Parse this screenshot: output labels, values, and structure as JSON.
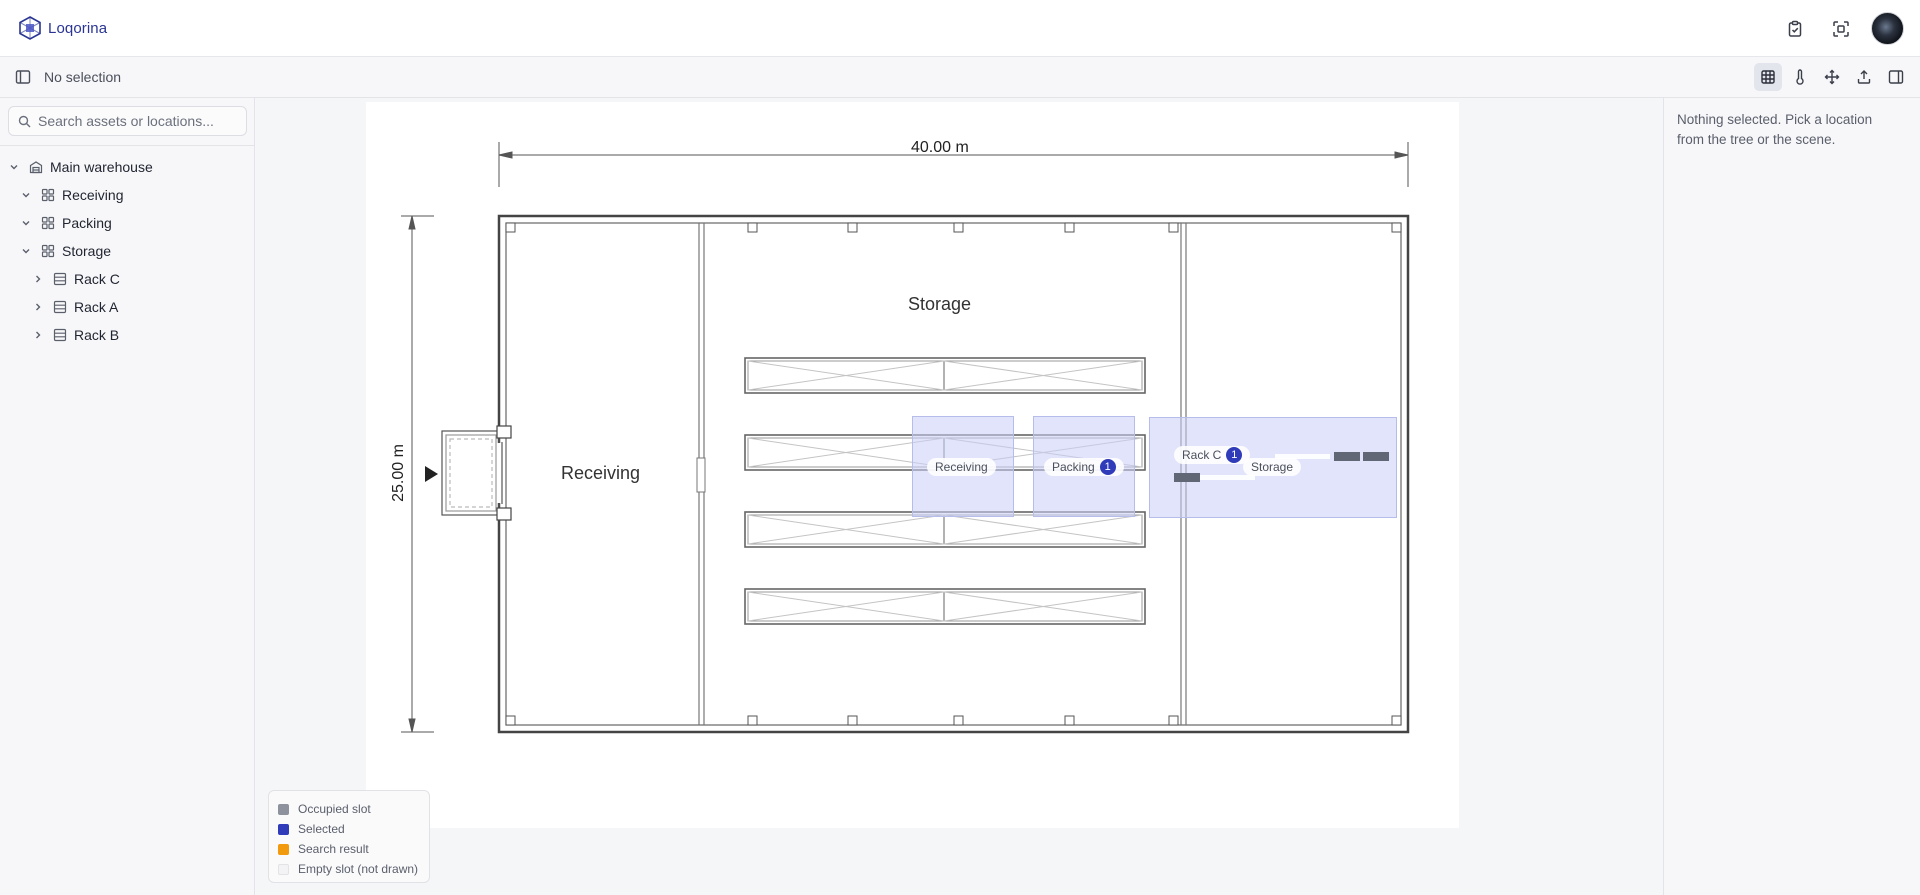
{
  "app": {
    "name": "Loqorina"
  },
  "toolbar": {
    "selection_label": "No selection"
  },
  "search": {
    "placeholder": "Search assets or locations..."
  },
  "tree": {
    "root": {
      "label": "Main warehouse",
      "icon": "warehouse-icon"
    },
    "zones": [
      {
        "label": "Receiving",
        "icon": "zone-grid-icon"
      },
      {
        "label": "Packing",
        "icon": "zone-grid-icon"
      },
      {
        "label": "Storage",
        "icon": "zone-grid-icon"
      }
    ],
    "racks": [
      {
        "label": "Rack C",
        "icon": "rack-icon"
      },
      {
        "label": "Rack A",
        "icon": "rack-icon"
      },
      {
        "label": "Rack B",
        "icon": "rack-icon"
      }
    ]
  },
  "plan": {
    "width_label": "40.00 m",
    "height_label": "25.00 m",
    "zone_labels": {
      "receiving": "Receiving",
      "storage": "Storage"
    }
  },
  "overlays": {
    "receiving": {
      "label": "Receiving"
    },
    "packing": {
      "label": "Packing",
      "count": "1"
    },
    "storage": {
      "label": "Storage",
      "rack_label": "Rack C",
      "rack_count": "1"
    }
  },
  "legend": {
    "items": [
      {
        "label": "Occupied slot",
        "color": "#8e929c"
      },
      {
        "label": "Selected",
        "color": "#2f3bb8"
      },
      {
        "label": "Search result",
        "color": "#f29a0e"
      },
      {
        "label": "Empty slot (not drawn)",
        "color": "#f3f3f5"
      }
    ]
  },
  "details": {
    "empty_message": "Nothing selected. Pick a location from the tree or the scene."
  },
  "colors": {
    "brand": "#2a3593",
    "selected": "#2f3bb8",
    "zone_overlay": "#c8cef5"
  }
}
